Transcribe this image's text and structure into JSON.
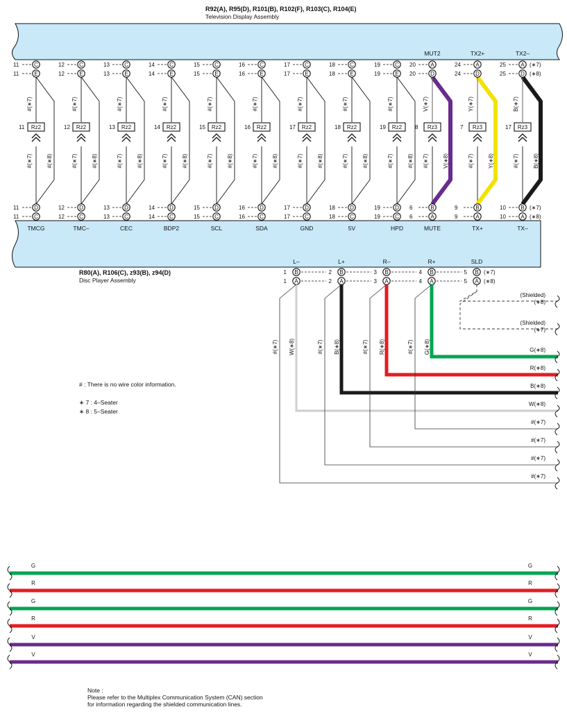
{
  "tv": {
    "title": "R92(A), R95(D), R101(B), R102(F), R103(C), R104(E)",
    "subtitle": "Television Display Assembly",
    "top_labels": [
      "MUT2",
      "TX2+",
      "TX2–"
    ],
    "row_c_extra": "(∗7)",
    "row_e_extra": "(∗8)"
  },
  "disc": {
    "title": "R80(A), R106(C), z93(B), z94(D)",
    "subtitle": "Disc Player Assembly",
    "bottom_labels": [
      "TMCG",
      "TMC–",
      "CEC",
      "BDP2",
      "SCL",
      "SDA",
      "GND",
      "5V",
      "HPD",
      "MUTE",
      "TX+",
      "TX–"
    ],
    "row_b_extra": "(∗7)",
    "row_a_extra": "(∗8)"
  },
  "columns": [
    {
      "top_pin": "11",
      "top_c": "C",
      "top_e": "E",
      "bot_pin": "11",
      "bot_d": "D",
      "bot_c": "C",
      "splice_num": "11",
      "splice": "Rz2",
      "wire_up": "#(∗7)",
      "wire_down": "#(∗7)",
      "wire_right": "#(∗8)",
      "color": "thin"
    },
    {
      "top_pin": "12",
      "top_c": "C",
      "top_e": "E",
      "bot_pin": "12",
      "bot_d": "D",
      "bot_c": "C",
      "splice_num": "12",
      "splice": "Rz2",
      "wire_up": "#(∗7)",
      "wire_down": "#(∗7)",
      "wire_right": "#(∗8)",
      "color": "thin"
    },
    {
      "top_pin": "13",
      "top_c": "C",
      "top_e": "E",
      "bot_pin": "13",
      "bot_d": "D",
      "bot_c": "C",
      "splice_num": "13",
      "splice": "Rz2",
      "wire_up": "#(∗7)",
      "wire_down": "#(∗7)",
      "wire_right": "#(∗8)",
      "color": "thin"
    },
    {
      "top_pin": "14",
      "top_c": "C",
      "top_e": "E",
      "bot_pin": "14",
      "bot_d": "D",
      "bot_c": "C",
      "splice_num": "14",
      "splice": "Rz2",
      "wire_up": "#(∗7)",
      "wire_down": "#(∗7)",
      "wire_right": "#(∗8)",
      "color": "thin"
    },
    {
      "top_pin": "15",
      "top_c": "C",
      "top_e": "E",
      "bot_pin": "15",
      "bot_d": "D",
      "bot_c": "C",
      "splice_num": "15",
      "splice": "Rz2",
      "wire_up": "#(∗7)",
      "wire_down": "#(∗7)",
      "wire_right": "#(∗8)",
      "color": "thin"
    },
    {
      "top_pin": "16",
      "top_c": "C",
      "top_e": "E",
      "bot_pin": "16",
      "bot_d": "D",
      "bot_c": "C",
      "splice_num": "16",
      "splice": "Rz2",
      "wire_up": "#(∗7)",
      "wire_down": "#(∗7)",
      "wire_right": "#(∗8)",
      "color": "thin"
    },
    {
      "top_pin": "17",
      "top_c": "C",
      "top_e": "E",
      "bot_pin": "17",
      "bot_d": "D",
      "bot_c": "C",
      "splice_num": "17",
      "splice": "Rz2",
      "wire_up": "#(∗7)",
      "wire_down": "#(∗7)",
      "wire_right": "#(∗8)",
      "color": "thin"
    },
    {
      "top_pin": "18",
      "top_c": "C",
      "top_e": "E",
      "bot_pin": "18",
      "bot_d": "D",
      "bot_c": "C",
      "splice_num": "18",
      "splice": "Rz2",
      "wire_up": "#(∗7)",
      "wire_down": "#(∗7)",
      "wire_right": "#(∗8)",
      "color": "thin"
    },
    {
      "top_pin": "19",
      "top_c": "C",
      "top_e": "E",
      "bot_pin": "19",
      "bot_d": "D",
      "bot_c": "C",
      "splice_num": "19",
      "splice": "Rz2",
      "wire_up": "#(∗7)",
      "wire_down": "#(∗7)",
      "wire_right": "#(∗8)",
      "color": "thin"
    },
    {
      "top_pin": "20",
      "top_c": "A",
      "top_e": "D",
      "bot_pin": "6",
      "bot_d": "B",
      "bot_c": "A",
      "splice_num": "8",
      "splice": "Rz3",
      "wire_up": "V(∗7)",
      "wire_down": "#(∗7)",
      "wire_right": "V(∗8)",
      "color": "#6a2b8c"
    },
    {
      "top_pin": "24",
      "top_c": "A",
      "top_e": "D",
      "bot_pin": "9",
      "bot_d": "B",
      "bot_c": "A",
      "splice_num": "7",
      "splice": "Rz3",
      "wire_up": "Y(∗7)",
      "wire_down": "#(∗7)",
      "wire_right": "Y(∗8)",
      "color": "#f2e200"
    },
    {
      "top_pin": "25",
      "top_c": "A",
      "top_e": "D",
      "bot_pin": "10",
      "bot_d": "B",
      "bot_c": "A",
      "splice_num": "17",
      "splice": "Rz3",
      "wire_up": "B(∗7)",
      "wire_down": "#(∗7)",
      "wire_right": "B(∗8)",
      "color": "#1a1a1a"
    }
  ],
  "disc_outputs": [
    {
      "label": "L–",
      "pin": "1",
      "b": "B",
      "a": "A"
    },
    {
      "label": "L+",
      "pin": "2",
      "b": "B",
      "a": "A"
    },
    {
      "label": "R–",
      "pin": "3",
      "b": "B",
      "a": "A"
    },
    {
      "label": "R+",
      "pin": "4",
      "b": "B",
      "a": "A"
    },
    {
      "label": "SLD",
      "pin": "5",
      "b": "B",
      "a": "A"
    }
  ],
  "vertical_wire_labels": [
    "#(∗7)",
    "W(∗8)",
    "#(∗7)",
    "B(∗8)",
    "#(∗7)",
    "R(∗8)",
    "#(∗7)",
    "G(∗8)"
  ],
  "right_wires": [
    {
      "label": "(Shielded)",
      "color": "dashed"
    },
    {
      "label": "(∗8)",
      "color": "none"
    },
    {
      "label": "(Shielded)",
      "color": "dashed"
    },
    {
      "label": "(∗7)",
      "color": "none"
    },
    {
      "label": "G(∗8)",
      "color": "#00a651"
    },
    {
      "label": "R(∗8)",
      "color": "#e31e24"
    },
    {
      "label": "B(∗8)",
      "color": "#1a1a1a"
    },
    {
      "label": "W(∗8)",
      "color": "#bbbbbb"
    },
    {
      "label": "#(∗7)",
      "color": "#555555"
    },
    {
      "label": "#(∗7)",
      "color": "#555555"
    },
    {
      "label": "#(∗7)",
      "color": "#555555"
    },
    {
      "label": "#(∗7)",
      "color": "#555555"
    }
  ],
  "bottom_wires": [
    {
      "label": "G",
      "color": "#00a651"
    },
    {
      "label": "R",
      "color": "#e31e24"
    },
    {
      "label": "G",
      "color": "#00a651"
    },
    {
      "label": "R",
      "color": "#e31e24"
    },
    {
      "label": "V",
      "color": "#6a2b8c"
    },
    {
      "label": "V",
      "color": "#6a2b8c"
    }
  ],
  "legend": {
    "hash": "# : There is no wire color information.",
    "star7": "∗ 7 : 4–Seater",
    "star8": "∗ 8 : 5–Seater"
  },
  "note": {
    "title": "Note :",
    "line1": "Please refer to the Multiplex Communication System (CAN) section",
    "line2": "for information regarding the shielded communication lines."
  },
  "colors": {
    "panel": "#c9e8f8",
    "green": "#00a651",
    "red": "#e31e24",
    "violet": "#6a2b8c",
    "yellow": "#f2e200",
    "black": "#1a1a1a"
  }
}
